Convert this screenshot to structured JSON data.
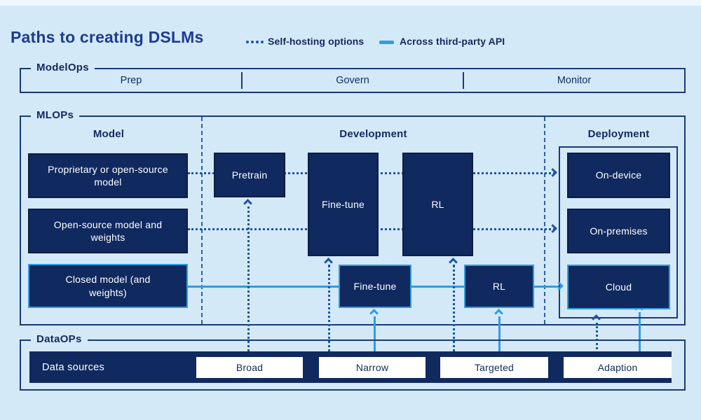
{
  "title": "Paths to creating DSLMs",
  "legend": {
    "self_hosting_label": "Self-hosting options",
    "third_party_label": "Across third-party API"
  },
  "colors": {
    "background": "#d4e9f8",
    "navy": "#10295f",
    "navy_border": "#0b1d45",
    "heading": "#12295c",
    "title": "#1c3c8f",
    "accent": "#2f9ce2",
    "dotted_line": "#1e55a5",
    "frame": "#1a3a75",
    "white": "#ffffff"
  },
  "modelops": {
    "label": "ModelOps",
    "phases": [
      "Prep",
      "Govern",
      "Monitor"
    ]
  },
  "mlops": {
    "label": "MLOPs",
    "columns": [
      "Model",
      "Development",
      "Deployment"
    ],
    "model_boxes": [
      "Proprietary or open-source model",
      "Open-source model and weights",
      "Closed model (and weights)"
    ],
    "development_boxes": {
      "pretrain": "Pretrain",
      "finetune_top": "Fine-tune",
      "rl_top": "RL",
      "finetune_bottom": "Fine-tune",
      "rl_bottom": "RL"
    },
    "deployment_boxes": [
      "On-device",
      "On-premises",
      "Cloud"
    ]
  },
  "dataops": {
    "label": "DataOPs",
    "bar_label": "Data sources",
    "sources": [
      "Broad",
      "Narrow",
      "Targeted",
      "Adaption"
    ]
  }
}
